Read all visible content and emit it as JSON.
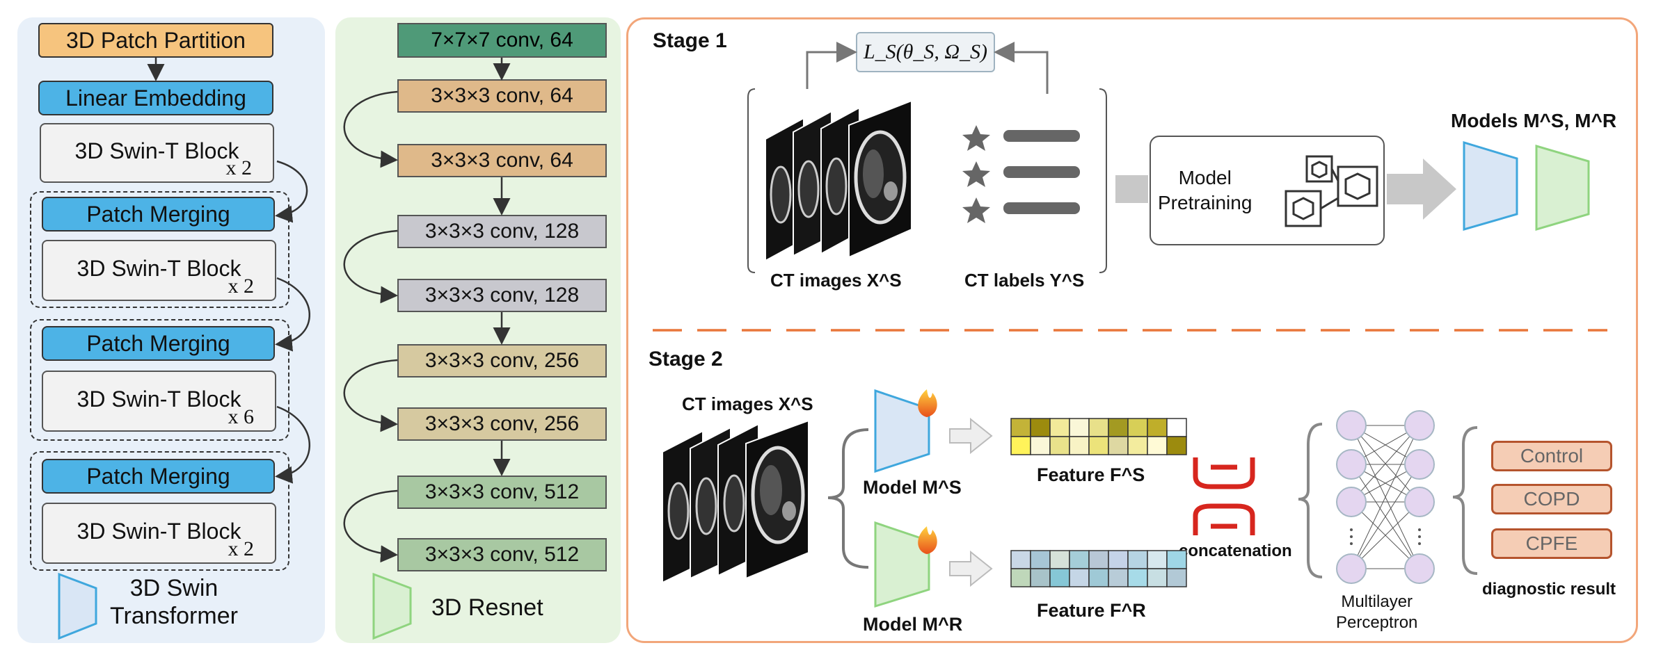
{
  "swin_panel": {
    "patch_partition": "3D Patch Partition",
    "linear_embedding": "Linear Embedding",
    "blocks": [
      {
        "label": "3D Swin-T Block",
        "mult": "x 2"
      },
      {
        "label": "3D Swin-T Block",
        "mult": "x 2"
      },
      {
        "label": "3D Swin-T Block",
        "mult": "x 6"
      },
      {
        "label": "3D Swin-T Block",
        "mult": "x 2"
      }
    ],
    "merging": [
      "Patch Merging",
      "Patch Merging",
      "Patch Merging"
    ],
    "legend": "3D Swin Transformer"
  },
  "resnet_panel": {
    "layers": [
      "7×7×7 conv, 64",
      "3×3×3 conv, 64",
      "3×3×3 conv, 64",
      "3×3×3 conv, 128",
      "3×3×3 conv, 128",
      "3×3×3 conv, 256",
      "3×3×3 conv, 256",
      "3×3×3 conv, 512",
      "3×3×3 conv, 512"
    ],
    "legend": "3D Resnet"
  },
  "stage1": {
    "title": "Stage 1",
    "loss": "L_S(θ_S, Ω_S)",
    "ct_images": "CT images X^S",
    "ct_labels": "CT labels Y^S",
    "pretraining": [
      "Model",
      "Pretraining"
    ],
    "models": "Models M^S, M^R"
  },
  "stage2": {
    "title": "Stage 2",
    "ct_images": "CT images X^S",
    "model_s": "Model M^S",
    "model_r": "Model M^R",
    "feature_s": "Feature F^S",
    "feature_r": "Feature F^R",
    "concat": "concatenation",
    "mlp": [
      "Multilayer",
      "Perceptron"
    ],
    "outputs": [
      "Control",
      "COPD",
      "CPFE"
    ],
    "diag": "diagnostic result"
  },
  "colors": {
    "swin_bg": "#e8f0f9",
    "resnet_bg": "#e7f4e1",
    "stage_border": "#f2a67a",
    "partition": "#f6c47e",
    "merge_blue": "#4db3e6",
    "dash_orange": "#e8763a",
    "concat_red": "#d7261e"
  }
}
